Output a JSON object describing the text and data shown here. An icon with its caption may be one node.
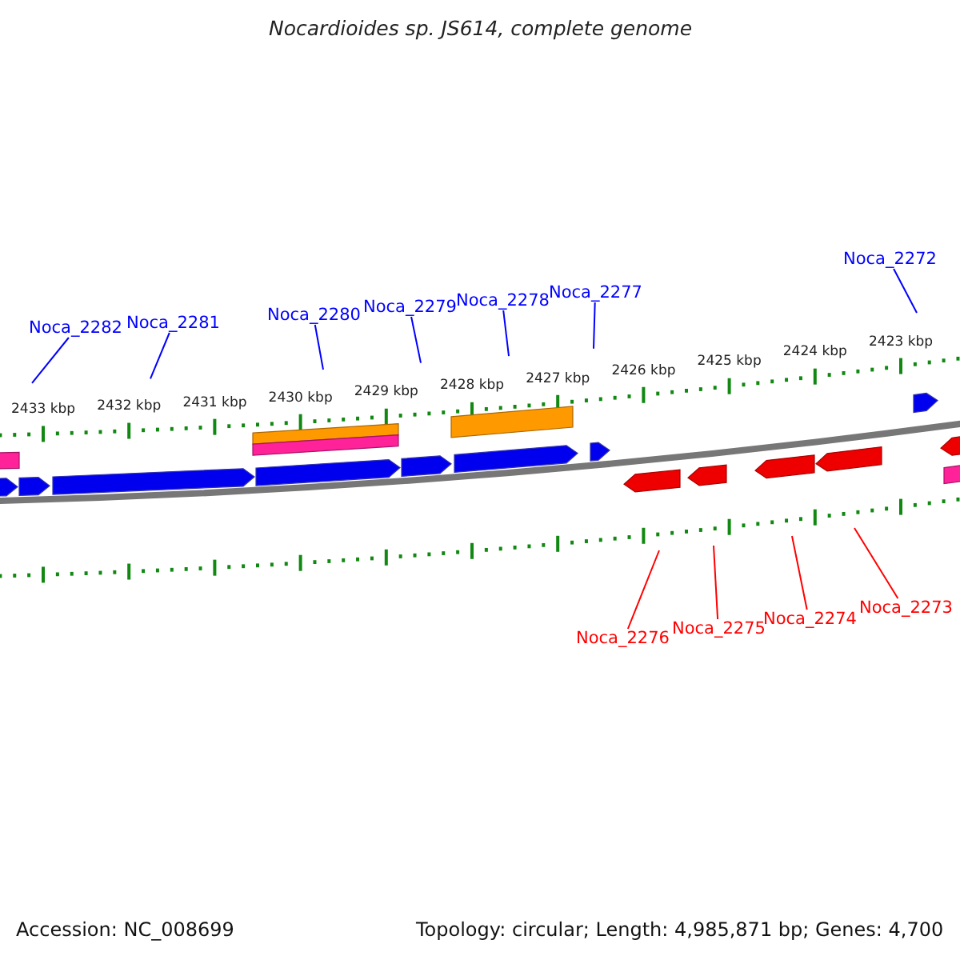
{
  "diagram": {
    "title": "Nocardioides sp. JS614, complete genome",
    "nodes": [
      {
        "text": [
          "Noca_2282"
        ]
      },
      {
        "text": [
          "Noca_2281"
        ]
      },
      {
        "text": [
          "Noca_2280"
        ]
      },
      {
        "text": [
          "Noca_2279"
        ]
      },
      {
        "text": [
          "Noca_2278"
        ]
      },
      {
        "text": [
          "Noca_2277"
        ]
      },
      {
        "text": [
          "Noca_2272"
        ]
      },
      {
        "text": [
          "Noca_2276"
        ]
      },
      {
        "text": [
          "Noca_2275"
        ]
      },
      {
        "text": [
          "Noca_2274"
        ]
      },
      {
        "text": [
          "Noca_2273"
        ]
      }
    ],
    "edges": [
      {
        "from": 0,
        "to": null,
        "arrow": "none",
        "color": "#0000ff"
      },
      {
        "from": 1,
        "to": null,
        "arrow": "none",
        "color": "#0000ff"
      },
      {
        "from": 2,
        "to": null,
        "arrow": "none",
        "color": "#0000ff"
      },
      {
        "from": 3,
        "to": null,
        "arrow": "none",
        "color": "#0000ff"
      },
      {
        "from": 4,
        "to": null,
        "arrow": "none",
        "color": "#0000ff"
      },
      {
        "from": 5,
        "to": null,
        "arrow": "none",
        "color": "#0000ff"
      },
      {
        "from": 6,
        "to": null,
        "arrow": "none",
        "color": "#0000ff"
      },
      {
        "from": 7,
        "to": null,
        "arrow": "none",
        "color": "#ff0000"
      },
      {
        "from": 8,
        "to": null,
        "arrow": "none",
        "color": "#ff0000"
      },
      {
        "from": 9,
        "to": null,
        "arrow": "none",
        "color": "#ff0000"
      },
      {
        "from": 10,
        "to": null,
        "arrow": "none",
        "color": "#ff0000"
      }
    ],
    "labels": [
      "2433 kbp",
      "2432 kbp",
      "2431 kbp",
      "2430 kbp",
      "2429 kbp",
      "2428 kbp",
      "2427 kbp",
      "2426 kbp",
      "2425 kbp",
      "2424 kbp",
      "2423 kbp",
      "Accession: NC_008699",
      "Topology: circular; Length: 4,985,871 bp; Genes: 4,700"
    ]
  }
}
